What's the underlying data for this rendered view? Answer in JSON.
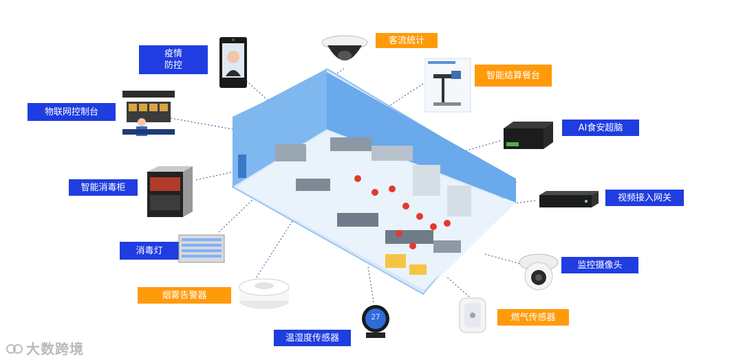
{
  "labels": {
    "epidemic": "疫情\n防控",
    "passenger": "客流统计",
    "checkout": "智能结算餐台",
    "iot": "物联网控制台",
    "ai_brain": "AI食安超脑",
    "sterilizer": "智能消毒柜",
    "gateway": "视频接入网关",
    "uv_lamp": "消毒灯",
    "camera": "监控摄像头",
    "smoke": "烟雾告警器",
    "gas": "燃气传感器",
    "thermo": "温湿度传感器"
  },
  "thermo_display": "27",
  "watermark": "大数跨境",
  "colors": {
    "label_blue": "#1f3de0",
    "label_orange": "#ff9a0a",
    "room_wall": "#7fb7ef",
    "room_floor": "#dceaf8",
    "connector": "#2a4a9a"
  }
}
